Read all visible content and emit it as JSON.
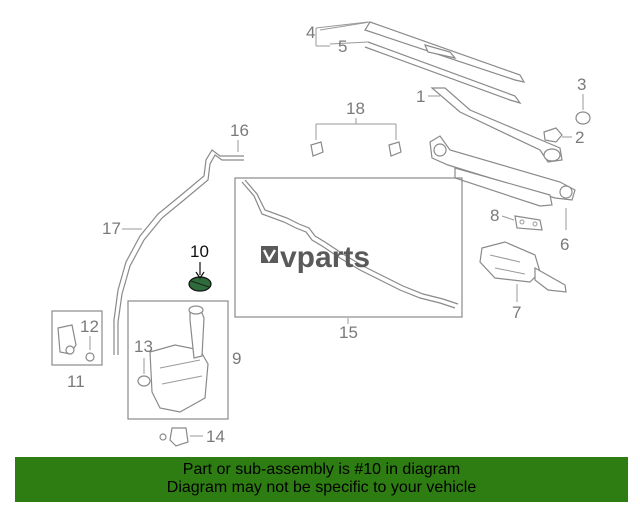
{
  "diagram": {
    "callouts": {
      "c1": "1",
      "c2": "2",
      "c3": "3",
      "c4": "4",
      "c5": "5",
      "c6": "6",
      "c7": "7",
      "c8": "8",
      "c9": "9",
      "c10": "10",
      "c11": "11",
      "c12": "12",
      "c13": "13",
      "c14": "14",
      "c15": "15",
      "c16": "16",
      "c17": "17",
      "c18": "18"
    },
    "highlighted_part": "10",
    "watermark": "vparts"
  },
  "banner": {
    "line1": "Part or sub-assembly is #10 in diagram",
    "line2": "Diagram may not be specific to your vehicle",
    "color": "#2e7d12"
  },
  "colors": {
    "linework": "#8a8a8a",
    "highlight_part": "#2f6b3a"
  }
}
